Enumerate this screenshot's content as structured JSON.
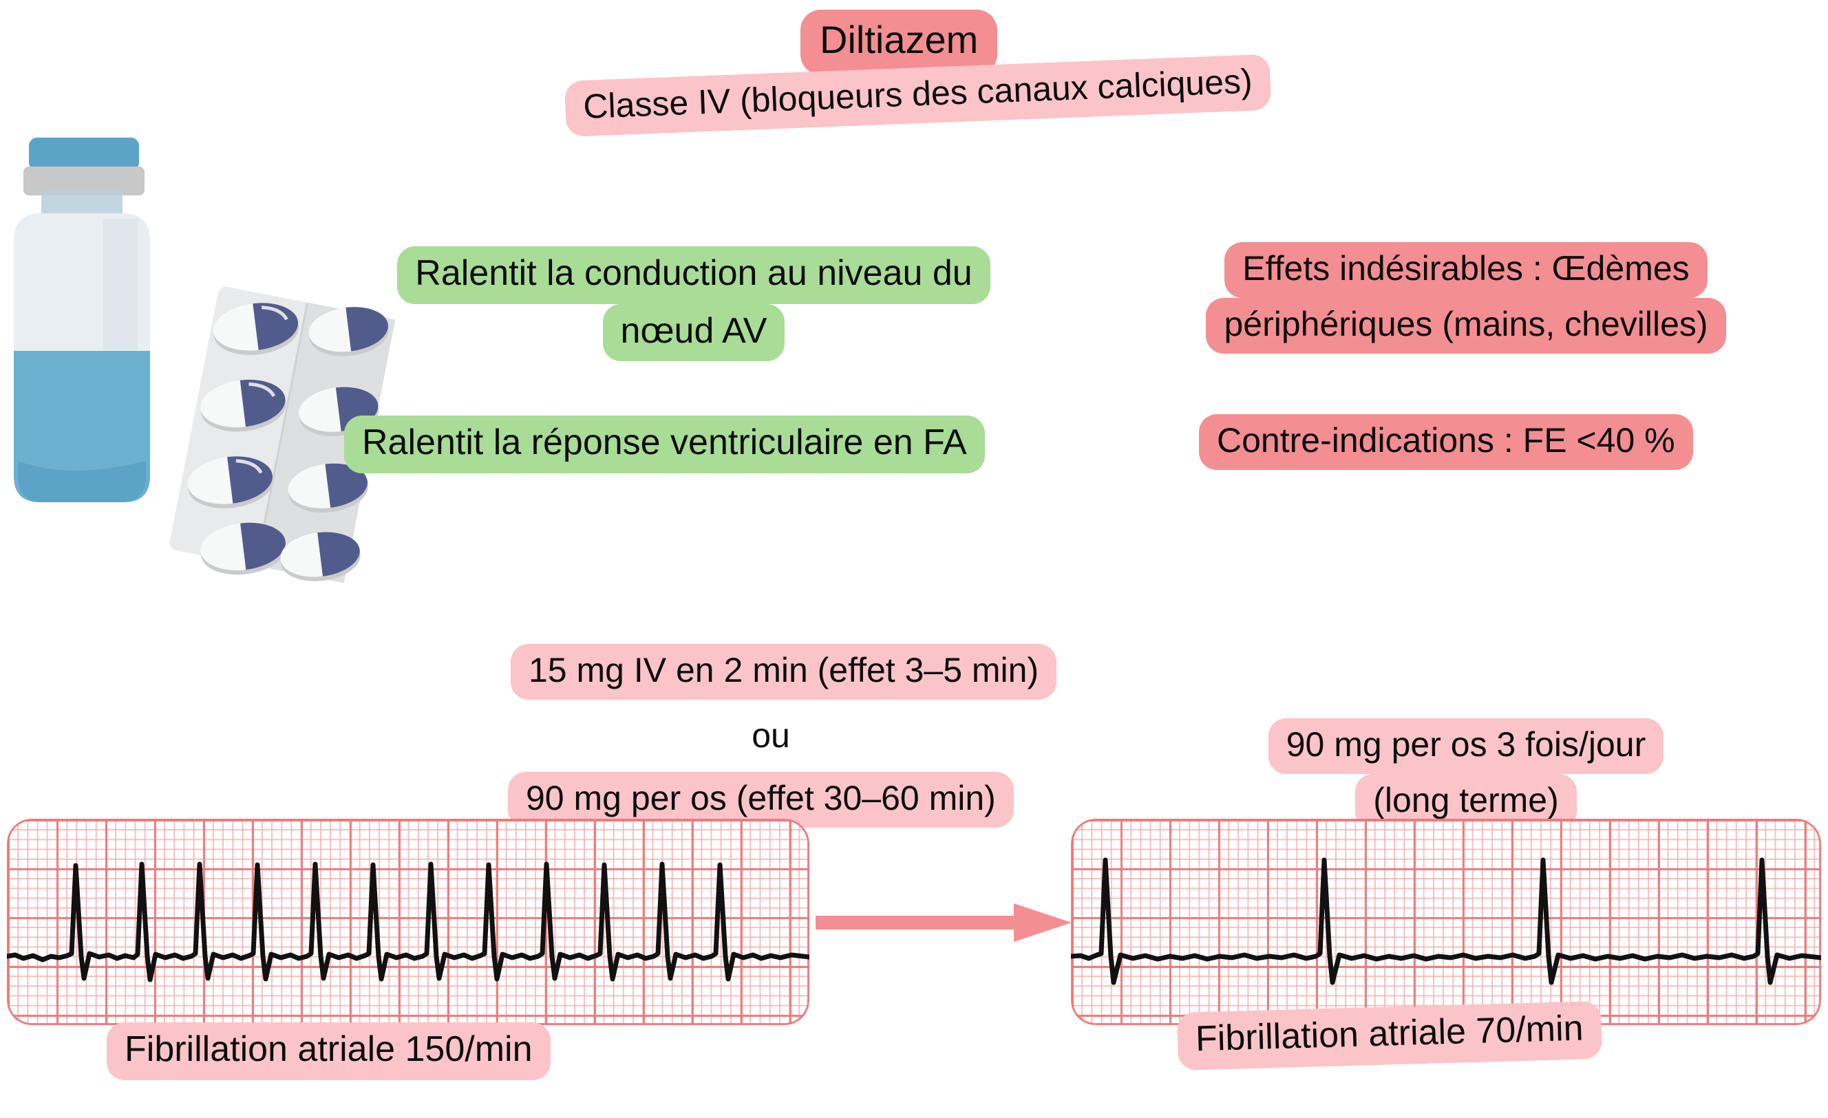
{
  "title": {
    "label": "Diltiazem"
  },
  "subtitle": {
    "label": "Classe IV (bloqueurs des canaux calciques)"
  },
  "mechanisms": [
    {
      "line1": "Ralentit la conduction au niveau du",
      "line2": "nœud AV"
    },
    {
      "line1": "Ralentit la réponse ventriculaire en FA"
    }
  ],
  "safety": {
    "adverse": {
      "line1": "Effets indésirables : Œdèmes",
      "line2": "périphériques (mains, chevilles)"
    },
    "contraindications": {
      "line1": "Contre-indications : FE <40 %"
    }
  },
  "dosing": {
    "iv": "15 mg IV en 2 min (effet 3–5 min)",
    "connector": "ou",
    "po": "90 mg per os (effet 30–60 min)",
    "long_term": {
      "line1": "90 mg per os 3 fois/jour",
      "line2": "(long terme)"
    }
  },
  "ecg": {
    "before": {
      "label": "Fibrillation atriale 150/min",
      "rate_bpm": 150
    },
    "after": {
      "label": "Fibrillation atriale 70/min",
      "rate_bpm": 70
    },
    "arrow": "transition-arrow"
  },
  "illustration": {
    "vial_icon": "medicine-vial-icon",
    "blister_icon": "pill-blister-pack-icon"
  },
  "colors": {
    "pink_strong": "#f38e92",
    "pink_light": "#fac4c9",
    "green": "#a8dc97",
    "ecg_grid_bold": "#f07878",
    "ecg_grid_fine": "#f6aaaa",
    "ecg_trace": "#111111",
    "arrow": "#f38e92",
    "vial_cap": "#5ba3c7",
    "vial_liquid": "#6cb0d0",
    "capsule_body": "#525c8c"
  }
}
